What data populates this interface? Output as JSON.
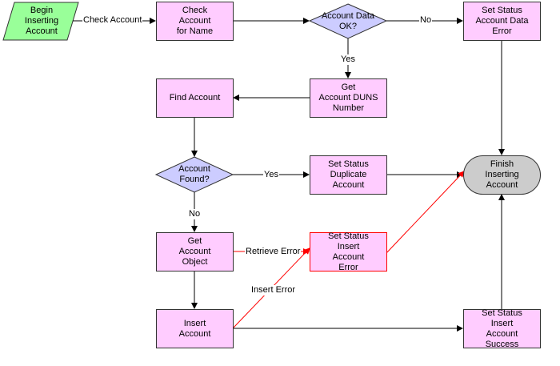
{
  "nodes": {
    "begin": "Begin\nInserting\nAccount",
    "check_account": "Check\nAccount\nfor Name",
    "account_data_ok": "Account Data\nOK?",
    "set_status_data_error": "Set Status\nAccount Data\nError",
    "get_duns": "Get\nAccount DUNS\nNumber",
    "find_account": "Find Account",
    "account_found": "Account\nFound?",
    "set_status_duplicate": "Set Status\nDuplicate\nAccount",
    "finish": "Finish\nInserting\nAccount",
    "get_account_object": "Get\nAccount\nObject",
    "set_status_insert_error": "Set Status\nInsert\nAccount\nError",
    "insert_account": "Insert\nAccount",
    "set_status_insert_success": "Set Status\nInsert\nAccount\nSuccess"
  },
  "edge_labels": {
    "check_account": "Check Account",
    "no_1": "No",
    "yes_1": "Yes",
    "yes_2": "Yes",
    "no_2": "No",
    "retrieve_error": "Retrieve Error",
    "insert_error": "Insert Error"
  },
  "colors": {
    "start": "#99ff99",
    "step": "#ffccff",
    "decision": "#ccccff",
    "terminal": "#cccccc",
    "edge": "#000000",
    "error_edge": "#ff0000"
  }
}
